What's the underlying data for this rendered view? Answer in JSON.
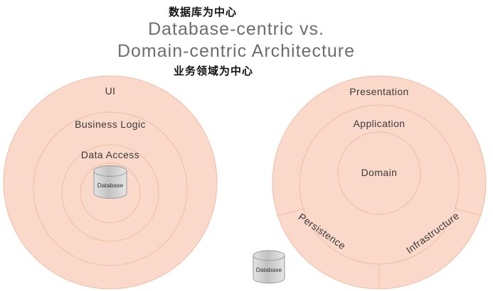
{
  "header": {
    "top_label_cn": "数据库为中心",
    "title_line1": "Database-centric vs.",
    "title_line2": "Domain-centric Architecture",
    "bottom_label_cn": "业务领域为中心"
  },
  "left_diagram": {
    "name": "Database-centric architecture",
    "rings": [
      "UI",
      "Business Logic",
      "Data Access"
    ],
    "database_label": "Database"
  },
  "right_diagram": {
    "name": "Domain-centric architecture",
    "rings": [
      "Presentation",
      "Application",
      "Domain"
    ],
    "segments": [
      "Persistence",
      "Infrastructure"
    ],
    "database_label": "Database"
  },
  "colors": {
    "ring_fill": "#fad8ca",
    "ring_stroke": "#f0bca4",
    "label_text": "#3a3a3a",
    "title_text": "#6d6d6d",
    "cn_text": "#111111",
    "cylinder_stroke": "#9a9a9a"
  }
}
